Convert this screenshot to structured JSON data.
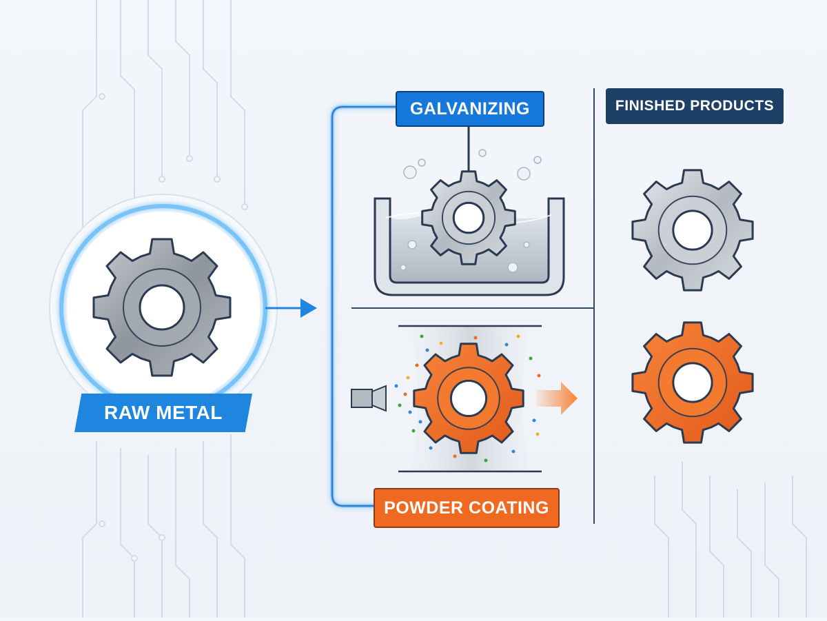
{
  "diagram": {
    "source_label": "RAW METAL",
    "processes": [
      {
        "label": "GALVANIZING",
        "color": "#1778dc"
      },
      {
        "label": "POWDER COATING",
        "color": "#ef6a20"
      }
    ],
    "output_label": "FINISHED PRODUCTS",
    "gear_colors": {
      "raw": "#9ea4ab",
      "galvanized": "#c3c8ce",
      "powder": "#ef6a20"
    },
    "accent_blue": "#1f86e0",
    "outline": "#2a3a52"
  }
}
